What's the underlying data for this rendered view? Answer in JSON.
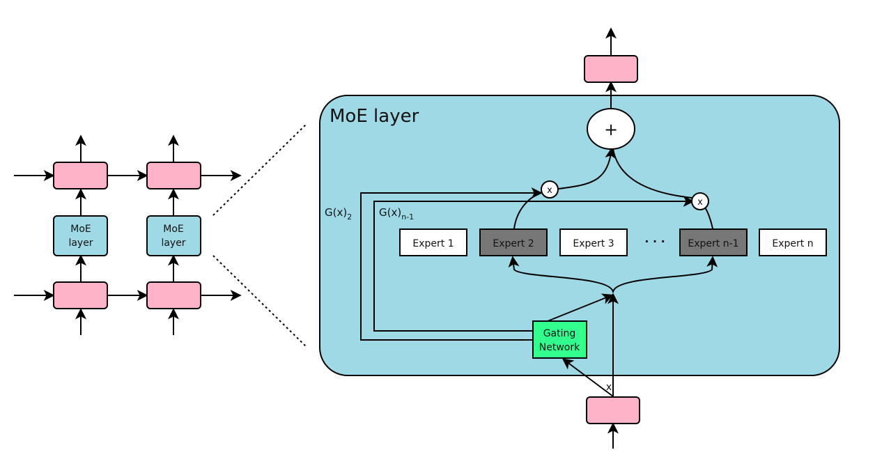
{
  "colors": {
    "moe_fill": "#9ed9e5",
    "pink_fill": "#ffb3c9",
    "expert_fill": "#ffffff",
    "expert_selected_fill": "#777777",
    "gating_fill": "#33ff8f",
    "circle_fill": "#ffffff"
  },
  "left_stack": {
    "moe_blocks": [
      {
        "line1": "MoE",
        "line2": "layer"
      },
      {
        "line1": "MoE",
        "line2": "layer"
      }
    ]
  },
  "moe_layer": {
    "title": "MoE layer",
    "sum_symbol": "+",
    "multiply_symbol": "x",
    "gate_labels": [
      {
        "base": "G(x)",
        "sub": "2"
      },
      {
        "base": "G(x)",
        "sub": "n-1"
      }
    ],
    "experts": [
      {
        "label": "Expert 1",
        "selected": false
      },
      {
        "label": "Expert 2",
        "selected": true
      },
      {
        "label": "Expert 3",
        "selected": false
      },
      {
        "label": "Expert n-1",
        "selected": true
      },
      {
        "label": "Expert n",
        "selected": false
      }
    ],
    "ellipsis": "· · ·",
    "gating": {
      "line1": "Gating",
      "line2": "Network"
    },
    "input_label": "x"
  }
}
